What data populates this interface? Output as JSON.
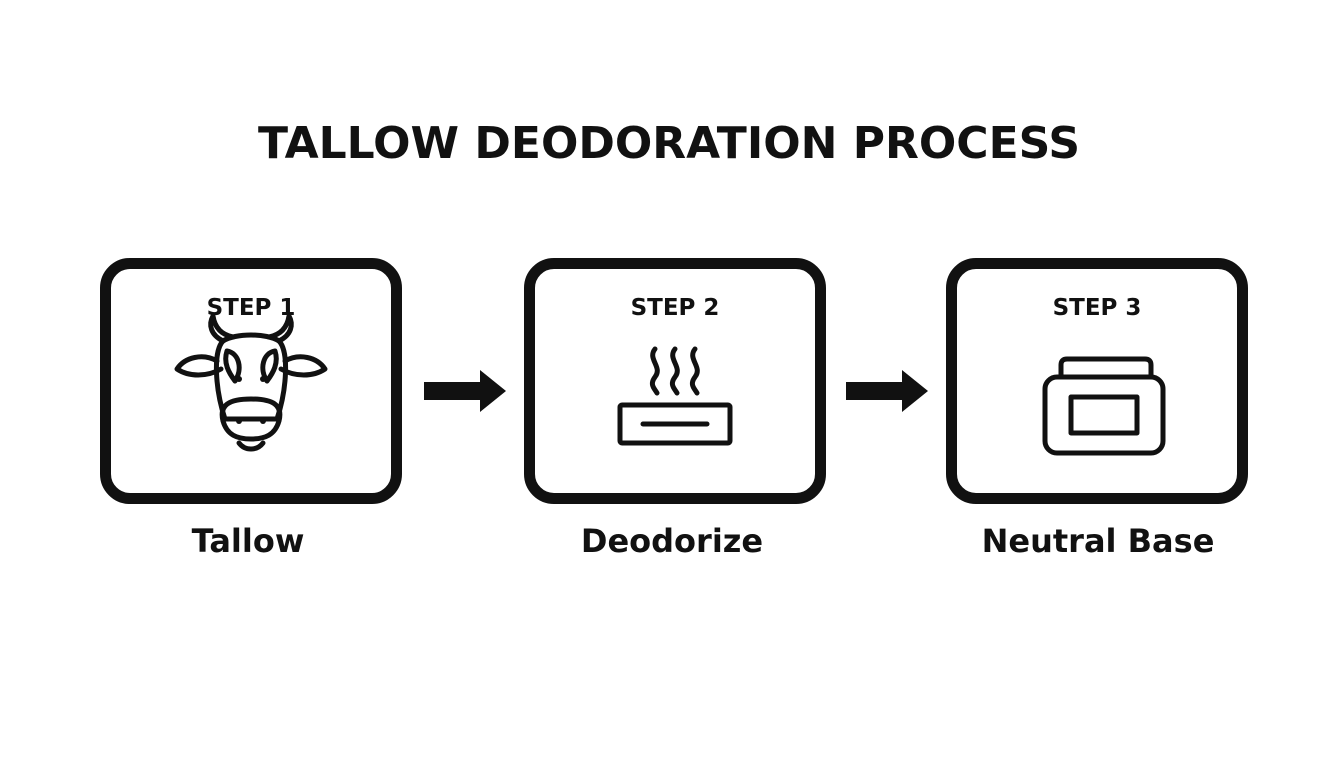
{
  "title": "TALLOW DEODORATION PROCESS",
  "steps": [
    {
      "label": "STEP 1",
      "caption": "Tallow",
      "icon": "cow-head-icon"
    },
    {
      "label": "STEP 2",
      "caption": "Deodorize",
      "icon": "steam-tray-icon"
    },
    {
      "label": "STEP 3",
      "caption": "Neutral Base",
      "icon": "jar-icon"
    }
  ],
  "colors": {
    "stroke": "#111111",
    "background": "#ffffff"
  }
}
